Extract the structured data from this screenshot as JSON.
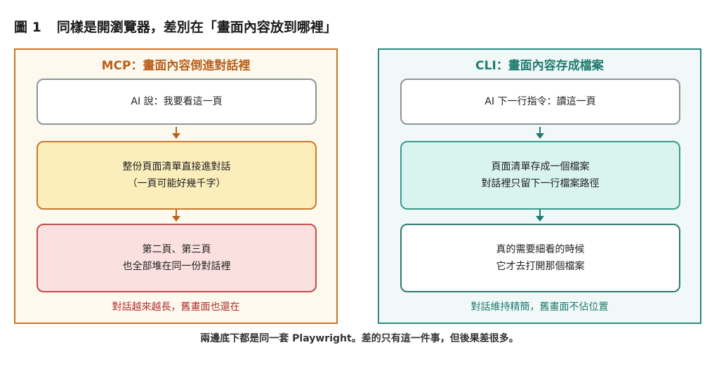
{
  "figure": {
    "number": "圖 1",
    "title": "同樣是開瀏覽器，差別在「畫面內容放到哪裡」"
  },
  "left_panel": {
    "title": "MCP：畫面內容倒進對話裡",
    "box1": [
      "AI 說：我要看這一頁"
    ],
    "box2": [
      "整份頁面清單直接進對話",
      "（一頁可能好幾千字）"
    ],
    "box3": [
      "第二頁、第三頁",
      "也全部堆在同一份對話裡"
    ],
    "footer": "對話越來越長，舊畫面也還在",
    "colors": {
      "border": "#c9752a",
      "box2_fill": "#fbeebb",
      "box3_fill": "#fbe0e0",
      "footer_text": "#b0302b"
    }
  },
  "right_panel": {
    "title": "CLI：畫面內容存成檔案",
    "box1": [
      "AI 下一行指令：讀這一頁"
    ],
    "box2": [
      "頁面清單存成一個檔案",
      "對話裡只留下一行檔案路徑"
    ],
    "box3": [
      "真的需要細看的時候",
      "它才去打開那個檔案"
    ],
    "footer": "對話維持精簡，舊畫面不佔位置",
    "colors": {
      "border": "#2d8a80",
      "box2_fill": "#d9f3ee",
      "footer_text": "#1f7a70"
    }
  },
  "caption": "兩邊底下都是同一套 Playwright。差的只有這一件事，但後果差很多。"
}
